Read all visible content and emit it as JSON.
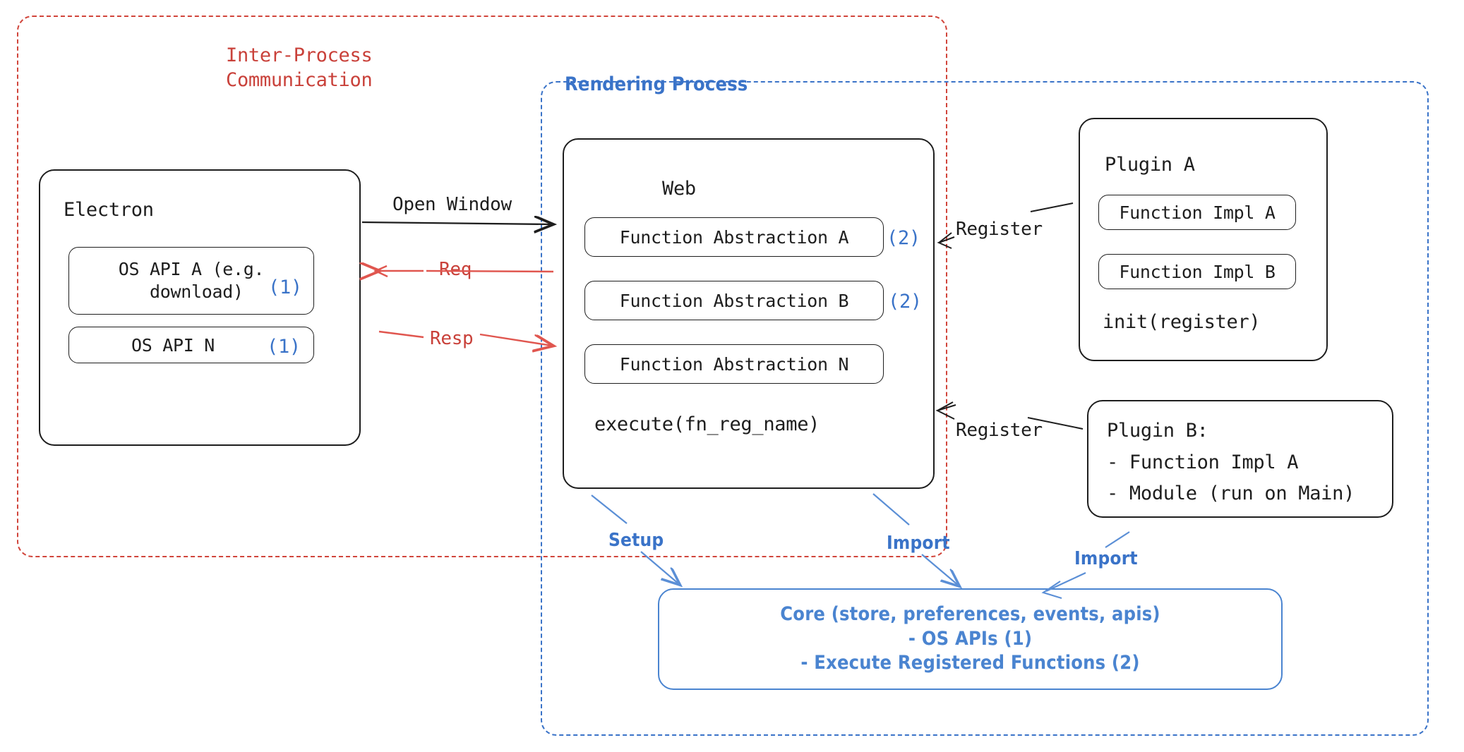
{
  "diagram": {
    "title_ipc": "Inter-Process\nCommunication",
    "title_rendering": "Rendering Process"
  },
  "electron": {
    "label": "Electron",
    "apis": [
      {
        "label": "OS API A (e.g.\n download)",
        "marker": "(1)"
      },
      {
        "label": "OS API N",
        "marker": "(1)"
      }
    ]
  },
  "web": {
    "label": "Web",
    "abstractions": [
      {
        "label": "Function Abstraction A",
        "marker": "(2)"
      },
      {
        "label": "Function Abstraction B",
        "marker": "(2)"
      },
      {
        "label": "Function Abstraction N",
        "marker": ""
      }
    ],
    "execute": "execute(fn_reg_name)"
  },
  "plugin_a": {
    "label": "Plugin A",
    "impls": [
      "Function Impl A",
      "Function Impl B"
    ],
    "init": "init(register)"
  },
  "plugin_b": {
    "lines": [
      "Plugin B:",
      "- Function Impl A",
      "- Module (run on Main)"
    ]
  },
  "core": {
    "lines": [
      "Core (store, preferences, events, apis)",
      "- OS APIs (1)",
      "- Execute Registered Functions (2)"
    ]
  },
  "edges": {
    "open_window": "Open Window",
    "req": "Req",
    "resp": "Resp",
    "register_a": "Register",
    "register_b": "Register",
    "setup": "Setup",
    "import_web": "Import",
    "import_plugin_b": "Import"
  },
  "colors": {
    "ink": "#1e1e1e",
    "red": "#c9413a",
    "red_dash": "#d1453b",
    "blue": "#3a73c8",
    "blue_soft": "#4a84d0"
  }
}
